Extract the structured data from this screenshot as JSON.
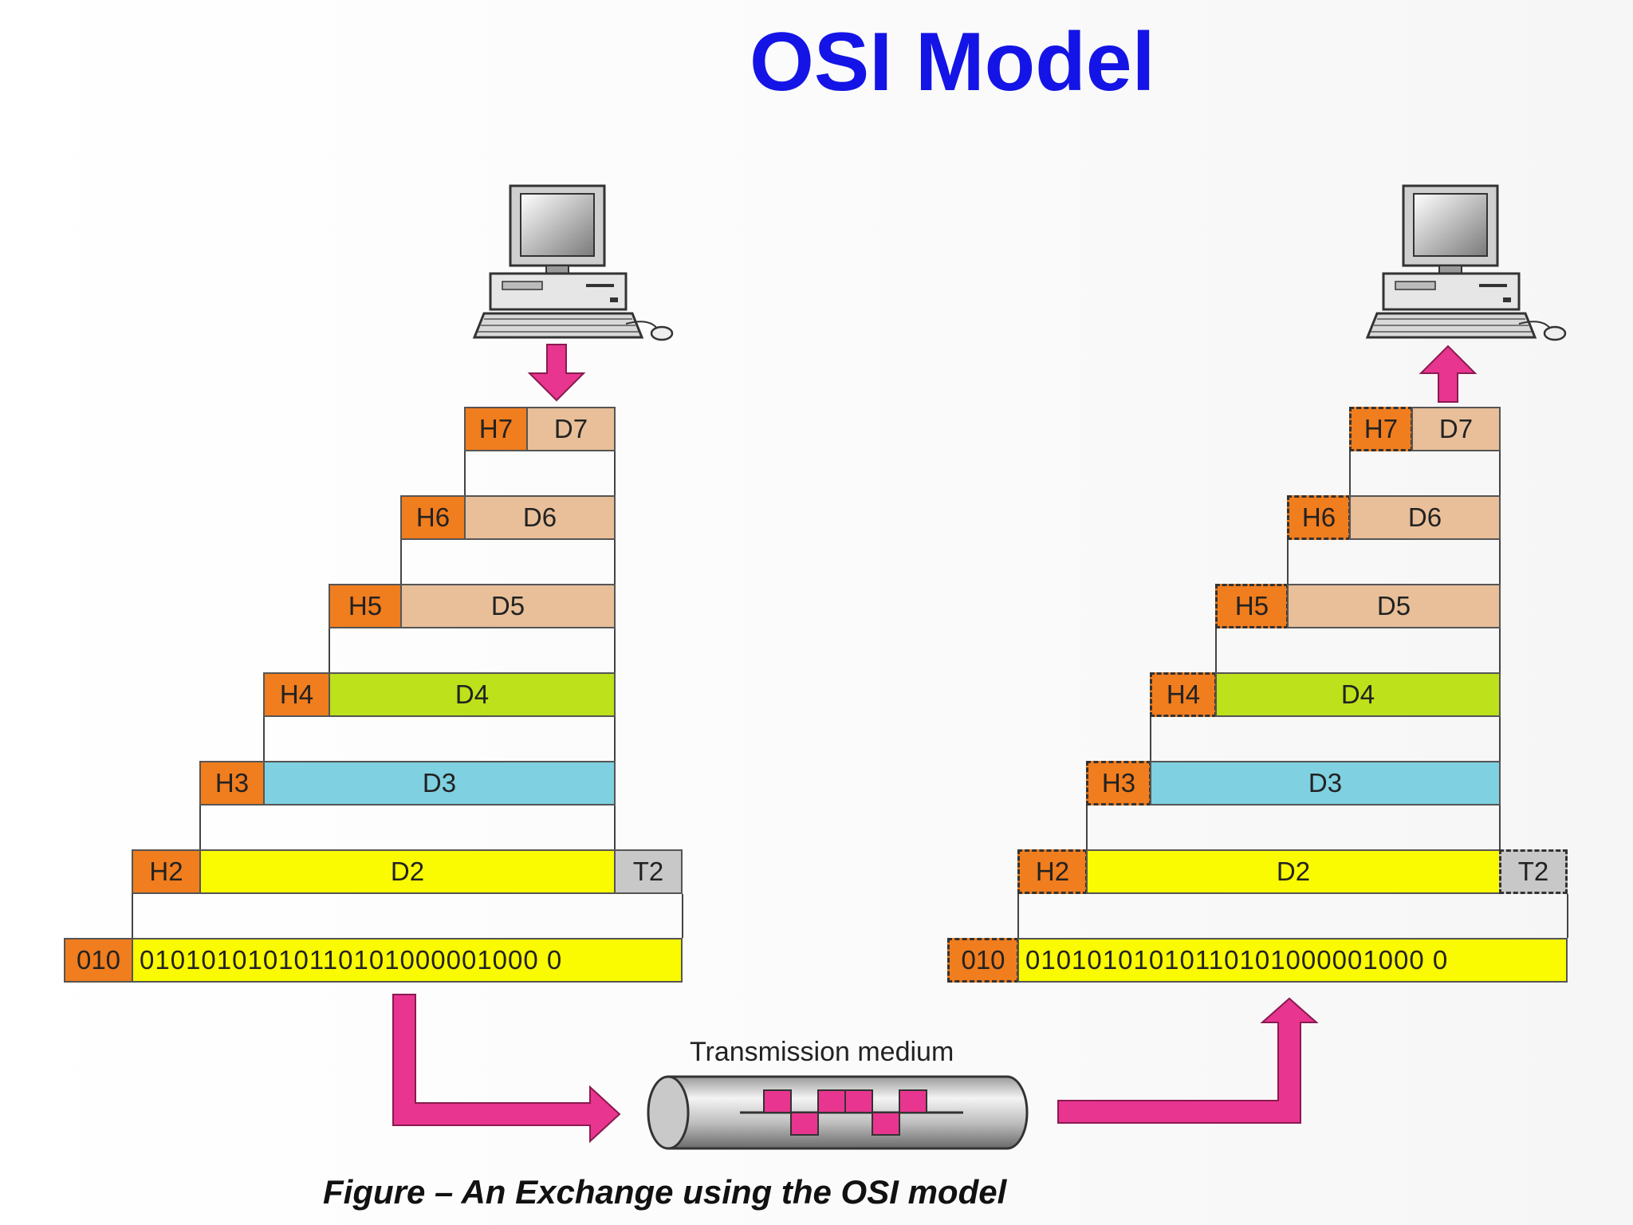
{
  "title": "OSI Model",
  "caption": "Figure – An Exchange using the OSI model",
  "medium_label": "Transmission medium",
  "colors": {
    "title": "#1414e6",
    "header": "#f07d1e",
    "data_upper": "#e8bf99",
    "data_d4": "#bde11a",
    "data_d3": "#7fd0e0",
    "data_d2": "#fafa00",
    "trailer": "#c8c8c8",
    "arrow": "#e8358f"
  },
  "sender": {
    "layers": [
      {
        "header": "H7",
        "data": "D7"
      },
      {
        "header": "H6",
        "data": "D6"
      },
      {
        "header": "H5",
        "data": "D5"
      },
      {
        "header": "H4",
        "data": "D4"
      },
      {
        "header": "H3",
        "data": "D3"
      },
      {
        "header": "H2",
        "data": "D2",
        "trailer": "T2"
      }
    ],
    "physical": {
      "header": "010",
      "bits": "01010101010110101000001000 0"
    }
  },
  "receiver": {
    "layers": [
      {
        "header": "H7",
        "data": "D7"
      },
      {
        "header": "H6",
        "data": "D6"
      },
      {
        "header": "H5",
        "data": "D5"
      },
      {
        "header": "H4",
        "data": "D4"
      },
      {
        "header": "H3",
        "data": "D3"
      },
      {
        "header": "H2",
        "data": "D2",
        "trailer": "T2"
      }
    ],
    "physical": {
      "header": "010",
      "bits": "01010101010110101000001000 0"
    }
  },
  "icons": {
    "sender_computer": "desktop-computer-icon",
    "receiver_computer": "desktop-computer-icon"
  }
}
